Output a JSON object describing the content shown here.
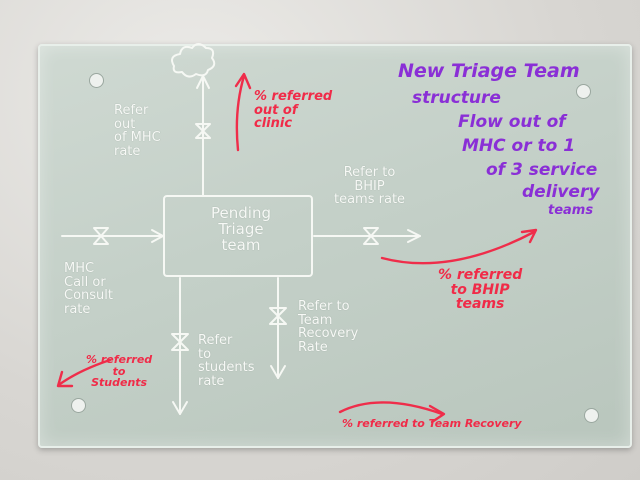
{
  "title": {
    "line1": "New Triage Team",
    "line2": "structure",
    "line3": "Flow out of",
    "line4": "MHC or to 1",
    "line5": "of 3 service",
    "line6": "delivery",
    "line7": "teams"
  },
  "stock": {
    "label": "Pending\nTriage\nteam"
  },
  "flows": {
    "refer_out": "Refer\nout\nof MHC\nrate",
    "mhc_call": "MHC\nCall or\nConsult\nrate",
    "refer_bhip": "Refer to\nBHIP\nteams rate",
    "refer_students": "Refer\nto\nstudents\nrate",
    "refer_recovery": "Refer to\nTeam\nRecovery\nRate"
  },
  "annotations": {
    "referred_out": "% referred\nout of\nclinic",
    "referred_bhip": "% referred\nto BHIP\nteams",
    "referred_students": "% referred\nto\nStudents",
    "referred_recovery": "% referred to Team Recovery"
  },
  "colors": {
    "marker_white": "#f6f8f4",
    "marker_red": "#ef2d4a",
    "marker_purple": "#8a2fd6",
    "board_glass": "#c4d0c8"
  },
  "icons": [
    "cloud-sink-icon",
    "valve-icon",
    "arrow-icon"
  ]
}
